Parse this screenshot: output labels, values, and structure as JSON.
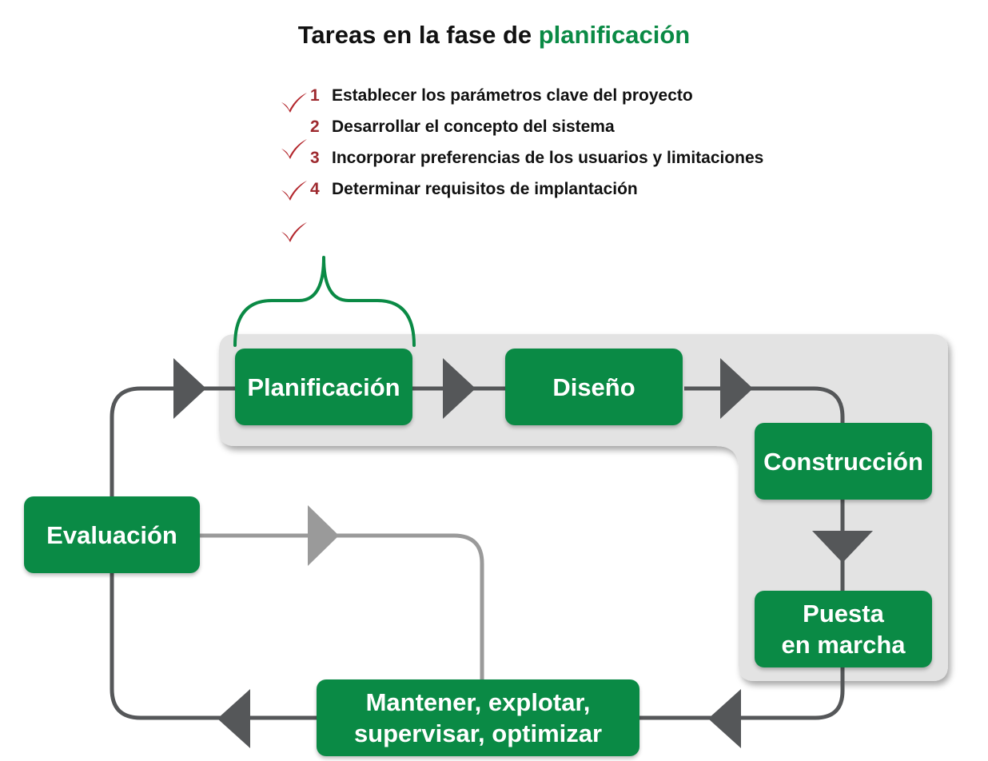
{
  "title": {
    "prefix": "Tareas en la fase de ",
    "highlight": "planificación"
  },
  "tasks": [
    {
      "num": "1",
      "text": "Establecer los parámetros clave del proyecto"
    },
    {
      "num": "2",
      "text": "Desarrollar el concepto del sistema"
    },
    {
      "num": "3",
      "text": "Incorporar preferencias de los usuarios y limitaciones"
    },
    {
      "num": "4",
      "text": "Determinar requisitos de implantación"
    }
  ],
  "nodes": {
    "planificacion": "Planificación",
    "diseno": "Diseño",
    "construccion": "Construcción",
    "puesta": "Puesta\nen marcha",
    "mantener": "Mantener, explotar,\nsupervisar, optimizar",
    "evaluacion": "Evaluación"
  },
  "colors": {
    "green": "#0a8a45",
    "check_red": "#b3262c",
    "number_red": "#9e2a2f",
    "flow_dark": "#555759",
    "flow_light": "#9a9a9a",
    "panel": "#e3e3e3"
  },
  "icons": {
    "check": "check-icon",
    "brace": "curly-brace-icon",
    "arrow": "triangle-arrow-icon"
  }
}
